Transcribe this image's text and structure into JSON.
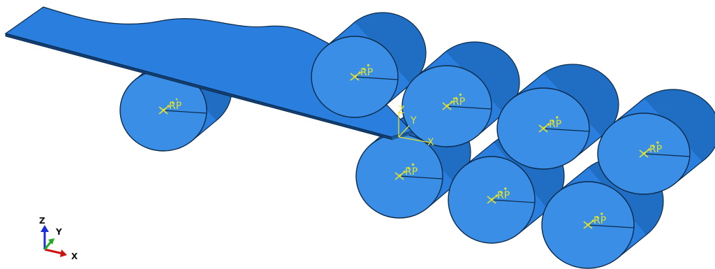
{
  "viewport": {
    "colors": {
      "part": "#2a7fde",
      "part_face": "#3b8ee6",
      "part_dark": "#1f6ec4",
      "edge": "#0b2a4a",
      "rp": "#e2e22e",
      "triad_x": "#cc1111",
      "triad_y": "#22aa22",
      "triad_z": "#1a2fd6"
    }
  },
  "reference_point_label": "RP",
  "local_csys": {
    "z_label": "Z",
    "y_label": "Y",
    "x_label": "X"
  },
  "triad": {
    "z_label": "Z",
    "y_label": "Y",
    "x_label": "X"
  }
}
